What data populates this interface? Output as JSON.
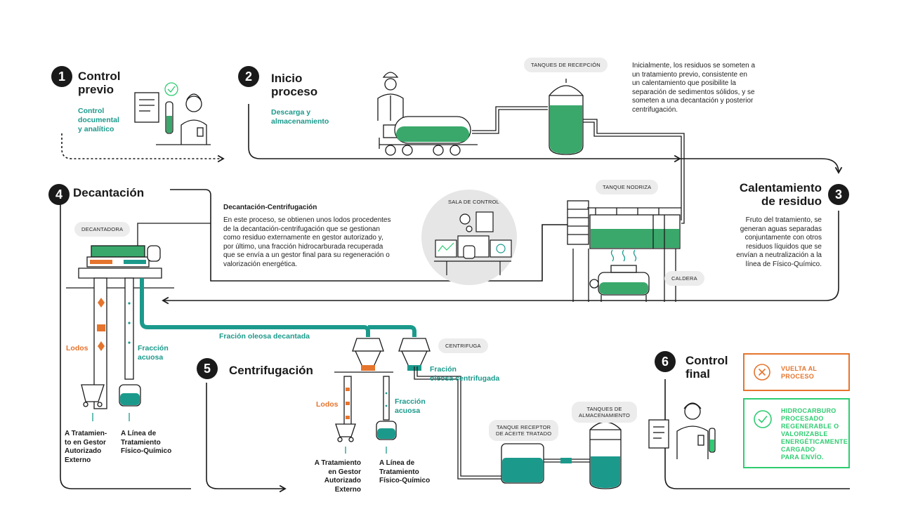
{
  "steps": {
    "s1": {
      "num": "1",
      "title_l1": "Control",
      "title_l2": "previo",
      "sub_l1": "Control",
      "sub_l2": "documental",
      "sub_l3": "y analítico"
    },
    "s2": {
      "num": "2",
      "title_l1": "Inicio",
      "title_l2": "proceso",
      "sub_l1": "Descarga y",
      "sub_l2": "almacenamiento"
    },
    "s3": {
      "num": "3",
      "title_l1": "Calentamiento",
      "title_l2": "de residuo",
      "body": [
        "Fruto del tratamiento, se",
        "generan aguas separadas",
        "conjuntamente con otros",
        "residuos líquidos que se",
        "envían a neutralización a la",
        "línea de Físico-Químico."
      ]
    },
    "s4": {
      "num": "4",
      "title": "Decantación"
    },
    "s5": {
      "num": "5",
      "title": "Centrifugación"
    },
    "s6": {
      "num": "6",
      "title_l1": "Control",
      "title_l2": "final"
    }
  },
  "intro_text": [
    "Inicialmente, los residuos se someten a",
    "un tratamiento previo, consistente en",
    "un calentamiento que posibilite la",
    "separación de sedimentos sólidos, y se",
    "someten a una decantación y posterior",
    "centrifugación."
  ],
  "decant_block": {
    "heading": "Decantación-Centrifugación",
    "body": [
      "En este proceso, se obtienen unos lodos procedentes",
      "de la decantación-centrifugación que se gestionan",
      "como residuo externamente en gestor autorizado y,",
      "por último, una fracción hidrocarburada recuperada",
      "que se envía a un gestor final para su regeneración o",
      "valorización energética."
    ]
  },
  "labels": {
    "tanques_recepcion": "TANQUES DE RECEPCIÓN",
    "tanque_nodriza": "TANQUE NODRIZA",
    "sala_control": "SALA DE CONTROL",
    "caldera": "CALDERA",
    "decantadora": "DECANTADORA",
    "centrifuga": "CENTRIFUGA",
    "tanque_receptor_l1": "TANQUE RECEPTOR",
    "tanque_receptor_l2": "DE ACEITE TRATADO",
    "tanques_alm_l1": "TANQUES DE",
    "tanques_alm_l2": "ALMACENAMIENTO"
  },
  "flow": {
    "lodos_1": "Lodos",
    "fraccion_acuosa_1_l1": "Fracción",
    "fraccion_acuosa_1_l2": "acuosa",
    "fracion_oleosa_decantada": "Fración oleosa decantada",
    "fraccion_oleosa_centrifugada_l1": "Fración",
    "fraccion_oleosa_centrifugada_l2": "oleosa centrifugada",
    "lodos_2": "Lodos",
    "fraccion_acuosa_2_l1": "Fracción",
    "fraccion_acuosa_2_l2": "acuosa"
  },
  "destinations": {
    "d1": [
      "A Tratamien-",
      "to en Gestor",
      "Autorizado",
      "Externo"
    ],
    "d2": [
      "A Línea de",
      "Tratamiento",
      "Físico-Químico"
    ],
    "d3": [
      "A Tratamiento",
      "en Gestor",
      "Autorizado",
      "Externo"
    ],
    "d4": [
      "A Línea de",
      "Tratamiento",
      "Físico-Químico"
    ]
  },
  "final_boxes": {
    "reject": {
      "text_l1": "VUELTA AL",
      "text_l2": "PROCESO",
      "icon": "x-circle-icon"
    },
    "accept": {
      "text": [
        "HIDROCARBURO",
        "PROCESADO",
        "REGENERABLE O",
        "VALORIZABLE",
        "ENERGÉTICAMENTE",
        "CARGADO",
        "PARA ENVÍO."
      ],
      "icon": "check-circle-icon"
    }
  },
  "colors": {
    "green": "#1b9a8c",
    "green_light": "#3aa86b",
    "accept_green": "#2ecc71",
    "orange": "#e5742d",
    "dark": "#1a1a1a"
  }
}
